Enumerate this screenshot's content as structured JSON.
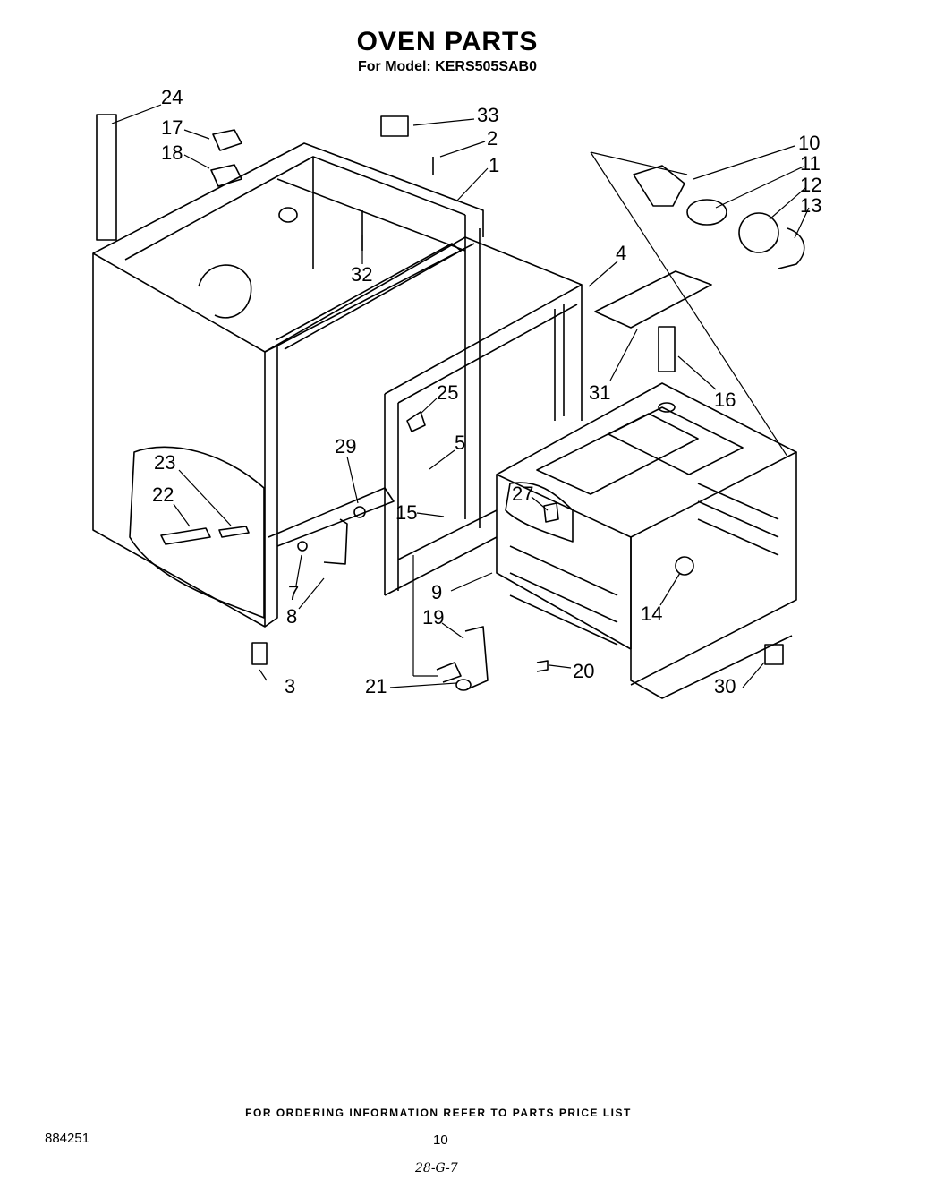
{
  "header": {
    "title": "OVEN PARTS",
    "subtitle": "For Model: KERS505SAB0"
  },
  "callouts": [
    "24",
    "17",
    "18",
    "33",
    "2",
    "1",
    "10",
    "11",
    "12",
    "13",
    "32",
    "4",
    "31",
    "16",
    "25",
    "29",
    "5",
    "23",
    "22",
    "27",
    "15",
    "9",
    "14",
    "7",
    "8",
    "19",
    "20",
    "3",
    "21",
    "30"
  ],
  "footer": {
    "ordering_note": "FOR ORDERING INFORMATION REFER TO PARTS PRICE LIST",
    "doc_number": "884251",
    "page_number": "10",
    "handwritten_note": "28-G-7"
  }
}
